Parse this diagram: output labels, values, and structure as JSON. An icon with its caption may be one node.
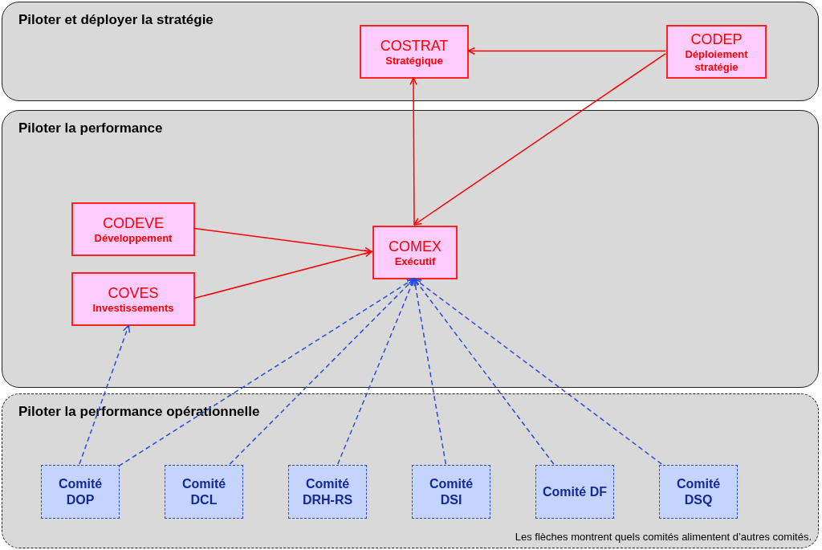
{
  "diagram": {
    "nodes": [
      {
        "text": [
          "Piloter et déployer la stratégie"
        ]
      },
      {
        "text": [
          "COSTRAT",
          "Stratégique"
        ],
        "in": 0
      },
      {
        "text": [
          "CODEP",
          "Déploiement stratégie"
        ],
        "in": 0
      },
      {
        "text": [
          "Piloter la performance"
        ]
      },
      {
        "text": [
          "CODEVE",
          "Développement"
        ],
        "in": 3
      },
      {
        "text": [
          "COVES",
          "Investissements"
        ],
        "in": 3
      },
      {
        "text": [
          "COMEX",
          "Exécutif"
        ],
        "in": 3
      },
      {
        "text": [
          "Piloter la performance opérationnelle",
          "Les flèches montrent quels comités alimentent d’autres comités."
        ]
      },
      {
        "text": [
          "Comité DOP"
        ],
        "in": 7
      },
      {
        "text": [
          "Comité DCL"
        ],
        "in": 7
      },
      {
        "text": [
          "Comité DRH-RS"
        ],
        "in": 7
      },
      {
        "text": [
          "Comité DSI"
        ],
        "in": 7
      },
      {
        "text": [
          "Comité DF"
        ],
        "in": 7
      },
      {
        "text": [
          "Comité DSQ"
        ],
        "in": 7
      }
    ],
    "edges": [
      {
        "from": 2,
        "to": 1,
        "arrow": "to",
        "color": "#ff0000"
      },
      {
        "from": 2,
        "to": 6,
        "arrow": "to",
        "color": "#ff0000"
      },
      {
        "from": 6,
        "to": 1,
        "arrow": "to",
        "color": "#ff0000"
      },
      {
        "from": 4,
        "to": 6,
        "arrow": "to",
        "color": "#ff0000"
      },
      {
        "from": 5,
        "to": 6,
        "arrow": "to",
        "color": "#ff0000"
      },
      {
        "from": 8,
        "to": 5,
        "arrow": "to",
        "style": "dashed"
      },
      {
        "from": 8,
        "to": 6,
        "arrow": "to",
        "style": "dashed"
      },
      {
        "from": 9,
        "to": 6,
        "arrow": "to",
        "style": "dashed"
      },
      {
        "from": 10,
        "to": 6,
        "arrow": "to",
        "style": "dashed"
      },
      {
        "from": 11,
        "to": 6,
        "arrow": "to",
        "style": "dashed"
      },
      {
        "from": 12,
        "to": 6,
        "arrow": "to",
        "style": "dashed"
      },
      {
        "from": 13,
        "to": 6,
        "arrow": "to",
        "style": "dashed"
      }
    ]
  }
}
